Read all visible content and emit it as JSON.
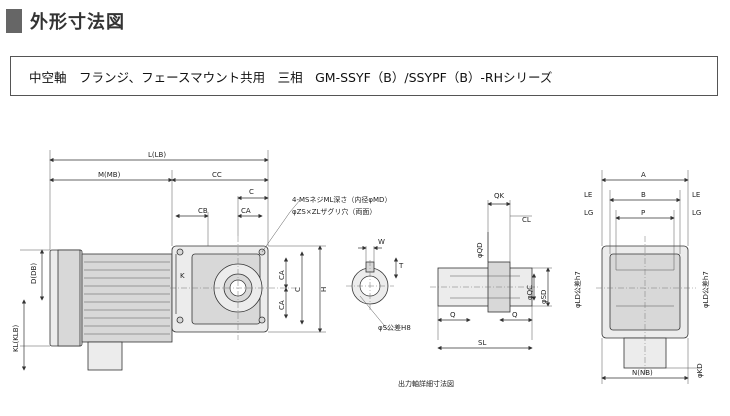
{
  "section": {
    "title": "外形寸法図"
  },
  "product": {
    "label": "中空軸　フランジ、フェースマウント共用　三相　GM-SSYF（B）/SSYPF（B）-RHシリーズ"
  },
  "dims": {
    "L_LB": "L(LB)",
    "M_MB": "M(MB)",
    "CC": "CC",
    "C": "C",
    "CB": "CB",
    "CA": "CA",
    "K": "K",
    "D_DB": "D(DB)",
    "KL_KLB": "KL(KLB)",
    "H": "H",
    "C_side": "C",
    "CA_side": "CA",
    "W": "W",
    "T": "T",
    "S_tol": "φS公差H8",
    "QK": "QK",
    "CL": "CL",
    "QD": "φQD",
    "QC": "φQC",
    "SD": "φSD",
    "Q": "Q",
    "SL": "SL",
    "A": "A",
    "B": "B",
    "LE": "LE",
    "LG": "LG",
    "P": "P",
    "LD_h7": "φLD公差h7",
    "N_NB": "N(NB)",
    "KD": "φKD"
  },
  "notes": {
    "ms_screw": "4-MSネジML深さ（内径φMD）",
    "zs_hole": "φZS×ZLザグリ穴（両面）",
    "shaft_detail": "出力軸詳細寸法図"
  }
}
